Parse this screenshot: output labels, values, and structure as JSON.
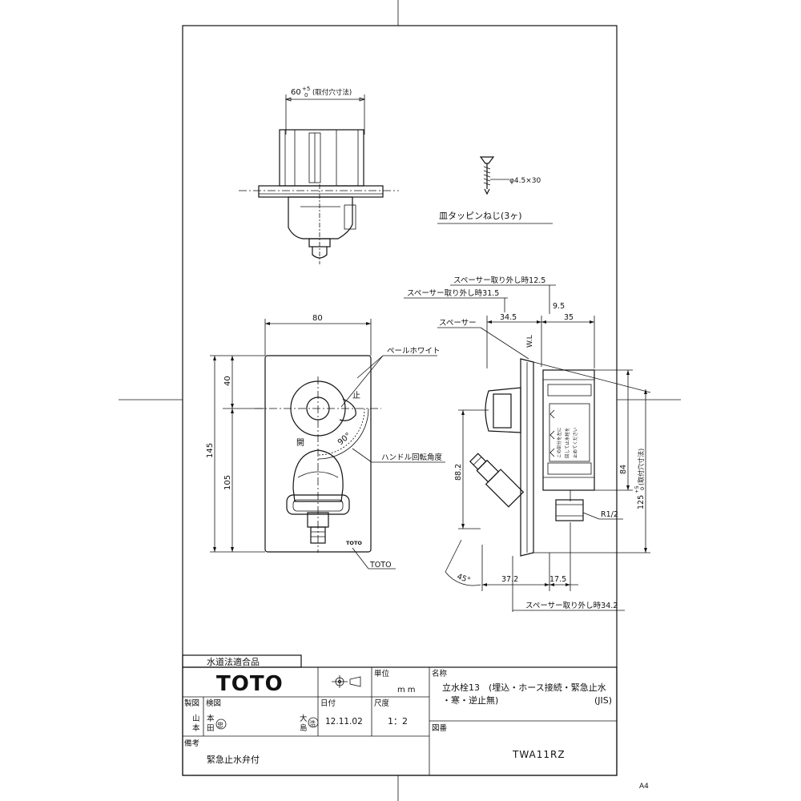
{
  "top_view": {
    "mount_width_dim": "60",
    "tol_plus": "+5",
    "tol_zero": "0",
    "mount_note": "(取付穴寸法)"
  },
  "screw": {
    "spec": "φ4.5×30",
    "name": "皿タッピンねじ(3ヶ)"
  },
  "front_view": {
    "width_dim": "80",
    "dim_40": "40",
    "dim_145": "145",
    "dim_105": "105",
    "pale_white": "ペールホワイト",
    "stop_mark": "止",
    "open_mark": "開",
    "angle_90": "90°",
    "handle_angle": "ハンドル回転角度",
    "brand_label": "TOTO"
  },
  "side_view": {
    "spacer_remove_12_5": "スペーサー取り外し時12.5",
    "spacer_remove_31_5": "スペーサー取り外し時31.5",
    "dim_9_5": "9.5",
    "dim_34_5": "34.5",
    "dim_35": "35",
    "spacer": "スペーサー",
    "wl": "W.L",
    "dim_88_2": "88.2",
    "dim_84": "84",
    "dim_125": "125",
    "mount_note_v": "(取付穴寸法)",
    "r_half": "R1/2",
    "angle_45": "45°",
    "dim_37_2": "37.2",
    "dim_17_5": "17.5",
    "spacer_remove_34_2": "スペーサー取り外し時34.2",
    "arrow_text_1": "この部分を左に",
    "arrow_text_2": "回して止水栓を",
    "arrow_text_3": "止めてください"
  },
  "title_block": {
    "compliance": "水道法適合品",
    "logo": "TOTO",
    "unit_label": "単位",
    "unit_value": "mm",
    "name_label": "名称",
    "name_line1": "立水栓13　(埋込・ホース接続・緊急止水",
    "name_line2": "・寒・逆止無)",
    "name_jis": "(JIS)",
    "drawn_label": "製図",
    "drawn_by_1": "山",
    "drawn_by_2": "本",
    "checked_label": "検図",
    "checked_a1": "本",
    "checked_a2": "田",
    "checked_a_seal": "忠",
    "checked_b1": "大",
    "checked_b2": "島",
    "checked_b_seal": "浩",
    "date_label": "日付",
    "date_value": "12.11.02",
    "scale_label": "尺度",
    "scale_value": "1：2",
    "drawing_no_label": "図番",
    "drawing_no": "TWA11RZ",
    "remarks_label": "備考",
    "remarks_value": "緊急止水弁付",
    "paper_size": "A4"
  }
}
